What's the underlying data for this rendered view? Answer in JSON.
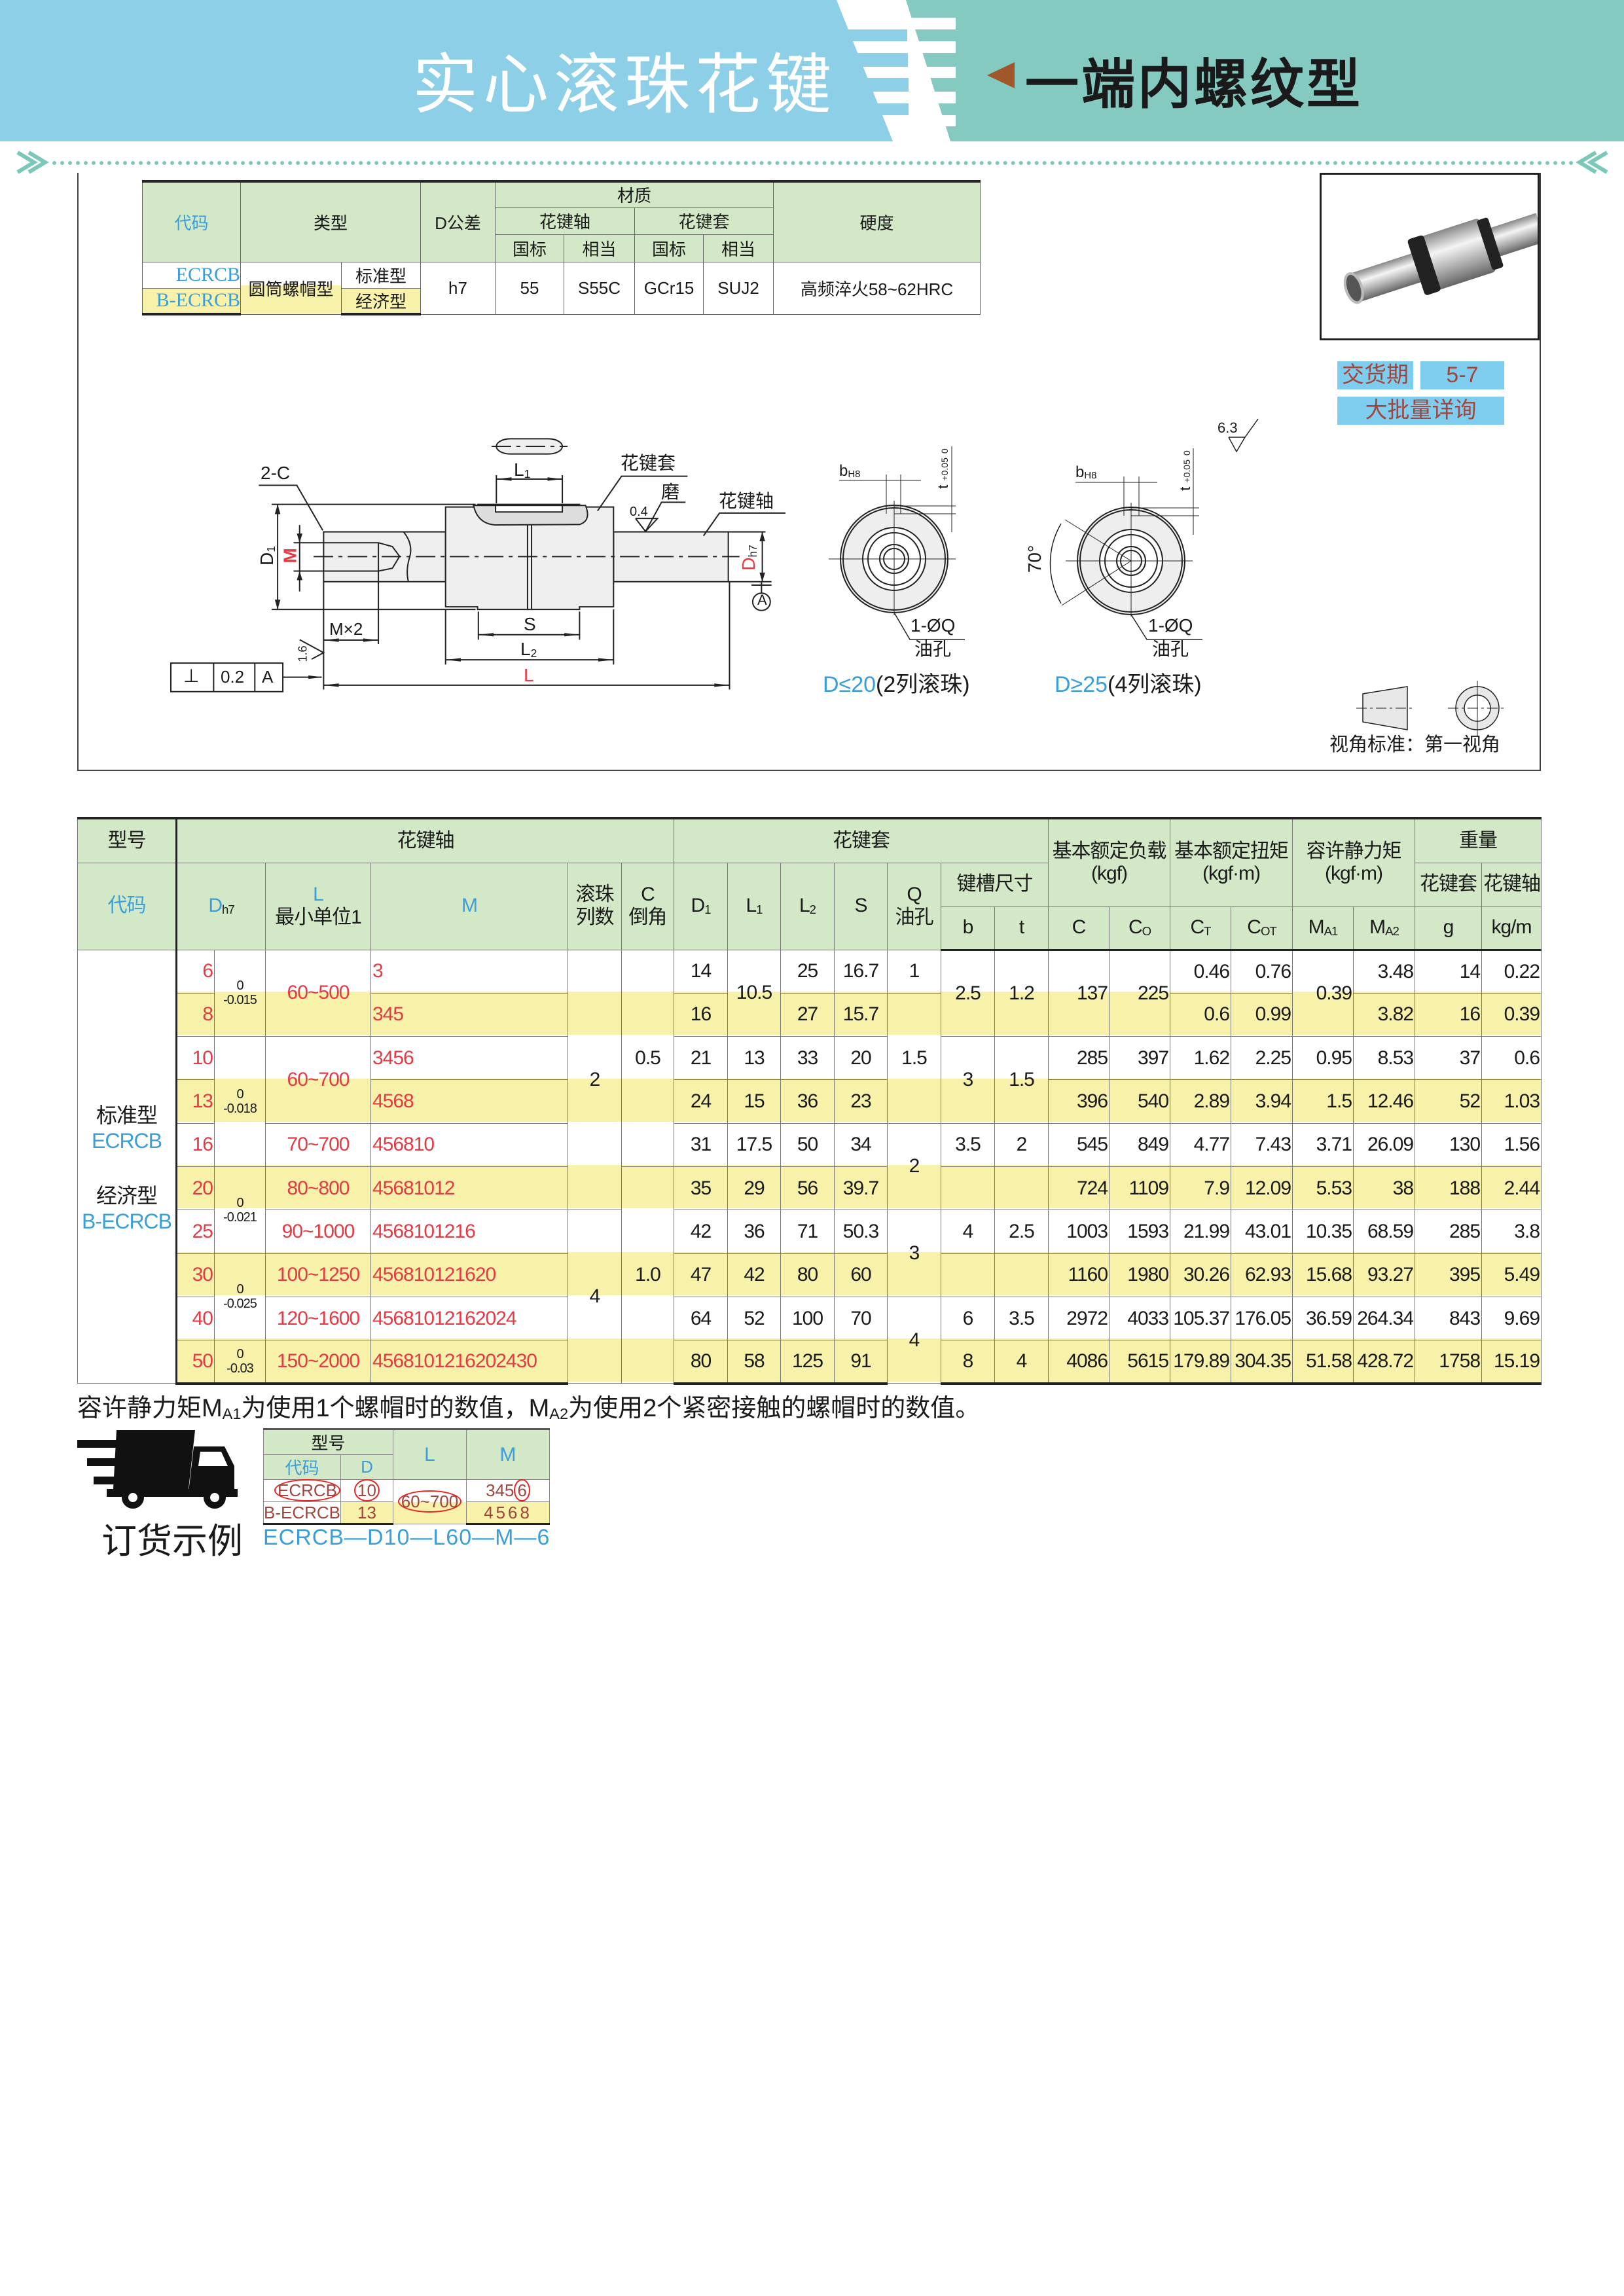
{
  "header": {
    "title": "实心滚珠花键",
    "subtitle": "一端内螺纹型"
  },
  "colors": {
    "header_blue": "#8ccfe6",
    "header_teal": "#84cac1",
    "table_green": "#d3e8c7",
    "row_yellow": "#f7f1a9",
    "code_blue": "#3a9edb",
    "value_red": "#e63a45",
    "badge_blue": "#7ecdef",
    "badge_text": "#a0463c"
  },
  "spec_table": {
    "headers": {
      "code": "代码",
      "type": "类型",
      "tolerance": "D公差",
      "material": "材质",
      "shaft": "花键轴",
      "sleeve": "花键套",
      "gb": "国标",
      "equiv": "相当",
      "hardness": "硬度"
    },
    "row": {
      "code_std": "ECRCB",
      "code_eco": "B-ECRCB",
      "type": "圆筒螺帽型",
      "std": "标准型",
      "eco": "经济型",
      "tolerance": "h7",
      "shaft_gb": "55",
      "shaft_eq": "S55C",
      "sleeve_gb": "GCr15",
      "sleeve_eq": "SUJ2",
      "hardness": "高频淬火58~62HRC"
    }
  },
  "delivery": {
    "label": "交货期",
    "days": "5-7",
    "bulk": "大批量详询"
  },
  "drawing": {
    "chamfer": "2-C",
    "l1": "L",
    "l1_sub": "1",
    "sleeve": "花键套",
    "grind": "磨",
    "shaft": "花键轴",
    "rough_04": "0.4",
    "d1": "D",
    "d1_sub": "1",
    "m": "M",
    "dh7": "D",
    "dh7_sub": "h7",
    "datum": "A",
    "s": "S",
    "mx2": "M×2",
    "l2": "L",
    "l2_sub": "2",
    "l": "L",
    "rough_16": "1.6",
    "perp": "⊥",
    "perp_val": "0.2",
    "perp_datum": "A",
    "b": "b",
    "b_sub": "H8",
    "t": "t",
    "t_upper": "+0.05",
    "t_lower": "0",
    "rough_63": "6.3",
    "angle": "70°",
    "oil_hole": "1-ØQ",
    "oil_hole_label": "油孔",
    "case1_cond": "D≤20",
    "case1_desc": "(2列滚珠)",
    "case2_cond": "D≥25",
    "case2_desc": "(4列滚珠)",
    "projection": "视角标准：第一视角"
  },
  "main_table": {
    "head": {
      "model": "型号",
      "shaft": "花键轴",
      "sleeve": "花键套",
      "load": "基本额定负载",
      "load_unit": "(kgf)",
      "torque": "基本额定扭矩",
      "torque_unit": "(kgf·m)",
      "moment": "容许静力矩",
      "moment_unit": "(kgf·m)",
      "weight": "重量",
      "code": "代码",
      "d": "D",
      "d_sub": "h7",
      "l": "L",
      "l_note": "最小单位1",
      "m": "M",
      "balls": "滚珠",
      "balls2": "列数",
      "c": "C",
      "c2": "倒角",
      "d1": "D",
      "d1_sub": "1",
      "l1": "L",
      "l1_sub": "1",
      "l2": "L",
      "l2_sub": "2",
      "s": "S",
      "q": "Q",
      "q2": "油孔",
      "keyway": "键槽尺寸",
      "w_sleeve": "花键套",
      "w_shaft": "花键轴",
      "b": "b",
      "t": "t",
      "cc": "C",
      "co": "C",
      "co_sub": "O",
      "ct": "C",
      "ct_sub": "T",
      "cot": "C",
      "cot_sub": "OT",
      "ma1": "M",
      "ma1_sub": "A1",
      "ma2": "M",
      "ma2_sub": "A2",
      "g": "g",
      "kgm": "kg/m"
    },
    "type_labels": {
      "std": "标准型",
      "std_code": "ECRCB",
      "eco": "经济型",
      "eco_code": "B-ECRCB"
    },
    "columns": [
      {
        "key": "type",
        "cells": [
          {
            "t": "",
            "span": 10
          }
        ]
      },
      {
        "key": "d",
        "cls": "red right",
        "cells": [
          {
            "t": "6"
          },
          {
            "t": "8"
          },
          {
            "t": "10"
          },
          {
            "t": "13"
          },
          {
            "t": "16"
          },
          {
            "t": "20"
          },
          {
            "t": "25"
          },
          {
            "t": "30"
          },
          {
            "t": "40"
          },
          {
            "t": "50"
          }
        ]
      },
      {
        "key": "tol",
        "cls": "tol",
        "cells": [
          {
            "t": "0\n-0.015",
            "span": 2
          },
          {
            "t": "0\n-0.018",
            "span": 3
          },
          {
            "t": "0\n-0.021",
            "span": 2
          },
          {
            "t": "0\n-0.025",
            "span": 2
          },
          {
            "t": "0\n-0.03"
          }
        ]
      },
      {
        "key": "l",
        "cls": "red",
        "cells": [
          {
            "t": "60~500",
            "span": 2
          },
          {
            "t": "60~700",
            "span": 2
          },
          {
            "t": "70~700"
          },
          {
            "t": "80~800"
          },
          {
            "t": "90~1000"
          },
          {
            "t": "100~1250"
          },
          {
            "t": "120~1600"
          },
          {
            "t": "150~2000"
          }
        ]
      },
      {
        "key": "m",
        "cls": "red left",
        "cells": [
          {
            "t": "3"
          },
          {
            "t": "345"
          },
          {
            "t": "3456"
          },
          {
            "t": "4568"
          },
          {
            "t": "456810"
          },
          {
            "t": "45681012"
          },
          {
            "t": "4568101216"
          },
          {
            "t": "456810121620"
          },
          {
            "t": "45681012162024"
          },
          {
            "t": "4568101216202430"
          }
        ]
      },
      {
        "key": "balls",
        "cells": [
          {
            "t": "2",
            "span": 6
          },
          {
            "t": "4",
            "span": 4
          }
        ]
      },
      {
        "key": "chamfer",
        "cells": [
          {
            "t": "0.5",
            "span": 5
          },
          {
            "t": "1.0",
            "span": 5
          }
        ]
      },
      {
        "key": "d1",
        "cells": [
          {
            "t": "14"
          },
          {
            "t": "16"
          },
          {
            "t": "21"
          },
          {
            "t": "24"
          },
          {
            "t": "31"
          },
          {
            "t": "35"
          },
          {
            "t": "42"
          },
          {
            "t": "47"
          },
          {
            "t": "64"
          },
          {
            "t": "80"
          }
        ]
      },
      {
        "key": "l1",
        "cells": [
          {
            "t": "10.5",
            "span": 2
          },
          {
            "t": "13"
          },
          {
            "t": "15"
          },
          {
            "t": "17.5"
          },
          {
            "t": "29"
          },
          {
            "t": "36"
          },
          {
            "t": "42"
          },
          {
            "t": "52"
          },
          {
            "t": "58"
          }
        ]
      },
      {
        "key": "l2",
        "cells": [
          {
            "t": "25"
          },
          {
            "t": "27"
          },
          {
            "t": "33"
          },
          {
            "t": "36"
          },
          {
            "t": "50"
          },
          {
            "t": "56"
          },
          {
            "t": "71"
          },
          {
            "t": "80"
          },
          {
            "t": "100"
          },
          {
            "t": "125"
          }
        ]
      },
      {
        "key": "s",
        "cells": [
          {
            "t": "16.7"
          },
          {
            "t": "15.7"
          },
          {
            "t": "20"
          },
          {
            "t": "23"
          },
          {
            "t": "34"
          },
          {
            "t": "39.7"
          },
          {
            "t": "50.3"
          },
          {
            "t": "60"
          },
          {
            "t": "70"
          },
          {
            "t": "91"
          }
        ]
      },
      {
        "key": "q",
        "cells": [
          {
            "t": "1"
          },
          {
            "t": "1.5",
            "span": 3
          },
          {
            "t": "2",
            "span": 2
          },
          {
            "t": "3",
            "span": 2
          },
          {
            "t": "4",
            "span": 2
          }
        ]
      },
      {
        "key": "b",
        "cells": [
          {
            "t": "2.5",
            "span": 2
          },
          {
            "t": "3",
            "span": 2
          },
          {
            "t": "3.5"
          },
          {
            "t": ""
          },
          {
            "t": "4"
          },
          {
            "t": ""
          },
          {
            "t": "6"
          },
          {
            "t": "8"
          }
        ]
      },
      {
        "key": "t",
        "cells": [
          {
            "t": "1.2",
            "span": 2
          },
          {
            "t": "1.5",
            "span": 2
          },
          {
            "t": "2"
          },
          {
            "t": ""
          },
          {
            "t": "2.5"
          },
          {
            "t": ""
          },
          {
            "t": "3.5"
          },
          {
            "t": "4"
          }
        ]
      },
      {
        "key": "c",
        "cls": "right",
        "cells": [
          {
            "t": "137",
            "span": 2
          },
          {
            "t": "285"
          },
          {
            "t": "396"
          },
          {
            "t": "545"
          },
          {
            "t": "724"
          },
          {
            "t": "1003"
          },
          {
            "t": "1160"
          },
          {
            "t": "2972"
          },
          {
            "t": "4086"
          }
        ]
      },
      {
        "key": "co",
        "cls": "right",
        "cells": [
          {
            "t": "225",
            "span": 2
          },
          {
            "t": "397"
          },
          {
            "t": "540"
          },
          {
            "t": "849"
          },
          {
            "t": "1109"
          },
          {
            "t": "1593"
          },
          {
            "t": "1980"
          },
          {
            "t": "4033"
          },
          {
            "t": "5615"
          }
        ]
      },
      {
        "key": "ct",
        "cls": "right",
        "cells": [
          {
            "t": "0.46"
          },
          {
            "t": "0.6"
          },
          {
            "t": "1.62"
          },
          {
            "t": "2.89"
          },
          {
            "t": "4.77"
          },
          {
            "t": "7.9"
          },
          {
            "t": "21.99"
          },
          {
            "t": "30.26"
          },
          {
            "t": "105.37"
          },
          {
            "t": "179.89"
          }
        ]
      },
      {
        "key": "cot",
        "cls": "right",
        "cells": [
          {
            "t": "0.76"
          },
          {
            "t": "0.99"
          },
          {
            "t": "2.25"
          },
          {
            "t": "3.94"
          },
          {
            "t": "7.43"
          },
          {
            "t": "12.09"
          },
          {
            "t": "43.01"
          },
          {
            "t": "62.93"
          },
          {
            "t": "176.05"
          },
          {
            "t": "304.35"
          }
        ]
      },
      {
        "key": "ma1",
        "cls": "right",
        "cells": [
          {
            "t": "0.39",
            "span": 2
          },
          {
            "t": "0.95"
          },
          {
            "t": "1.5"
          },
          {
            "t": "3.71"
          },
          {
            "t": "5.53"
          },
          {
            "t": "10.35"
          },
          {
            "t": "15.68"
          },
          {
            "t": "36.59"
          },
          {
            "t": "51.58"
          }
        ]
      },
      {
        "key": "ma2",
        "cls": "right",
        "cells": [
          {
            "t": "3.48"
          },
          {
            "t": "3.82"
          },
          {
            "t": "8.53"
          },
          {
            "t": "12.46"
          },
          {
            "t": "26.09"
          },
          {
            "t": "38"
          },
          {
            "t": "68.59"
          },
          {
            "t": "93.27"
          },
          {
            "t": "264.34"
          },
          {
            "t": "428.72"
          }
        ]
      },
      {
        "key": "g",
        "cls": "right",
        "cells": [
          {
            "t": "14"
          },
          {
            "t": "16"
          },
          {
            "t": "37"
          },
          {
            "t": "52"
          },
          {
            "t": "130"
          },
          {
            "t": "188"
          },
          {
            "t": "285"
          },
          {
            "t": "395"
          },
          {
            "t": "843"
          },
          {
            "t": "1758"
          }
        ]
      },
      {
        "key": "kgm",
        "cls": "right",
        "cells": [
          {
            "t": "0.22"
          },
          {
            "t": "0.39"
          },
          {
            "t": "0.6"
          },
          {
            "t": "1.03"
          },
          {
            "t": "1.56"
          },
          {
            "t": "2.44"
          },
          {
            "t": "3.8"
          },
          {
            "t": "5.49"
          },
          {
            "t": "9.69"
          },
          {
            "t": "15.19"
          }
        ]
      }
    ]
  },
  "note": {
    "p1": "容许静力矩M",
    "s1": "A1",
    "p2": "为使用1个螺帽时的数值，M",
    "s2": "A2",
    "p3": "为使用2个紧密接触的螺帽时的数值。"
  },
  "order": {
    "label": "订货示例",
    "head": {
      "model": "型号",
      "code": "代码",
      "d": "D",
      "l": "L",
      "m": "M"
    },
    "rows": [
      {
        "code": "ECRCB",
        "d": "10",
        "m": "345",
        "m_sel": "6"
      },
      {
        "code": "B-ECRCB",
        "d": "13",
        "m": "4568"
      }
    ],
    "l_range": "60~700",
    "example": "ECRCB—D10—L60—M—6"
  }
}
